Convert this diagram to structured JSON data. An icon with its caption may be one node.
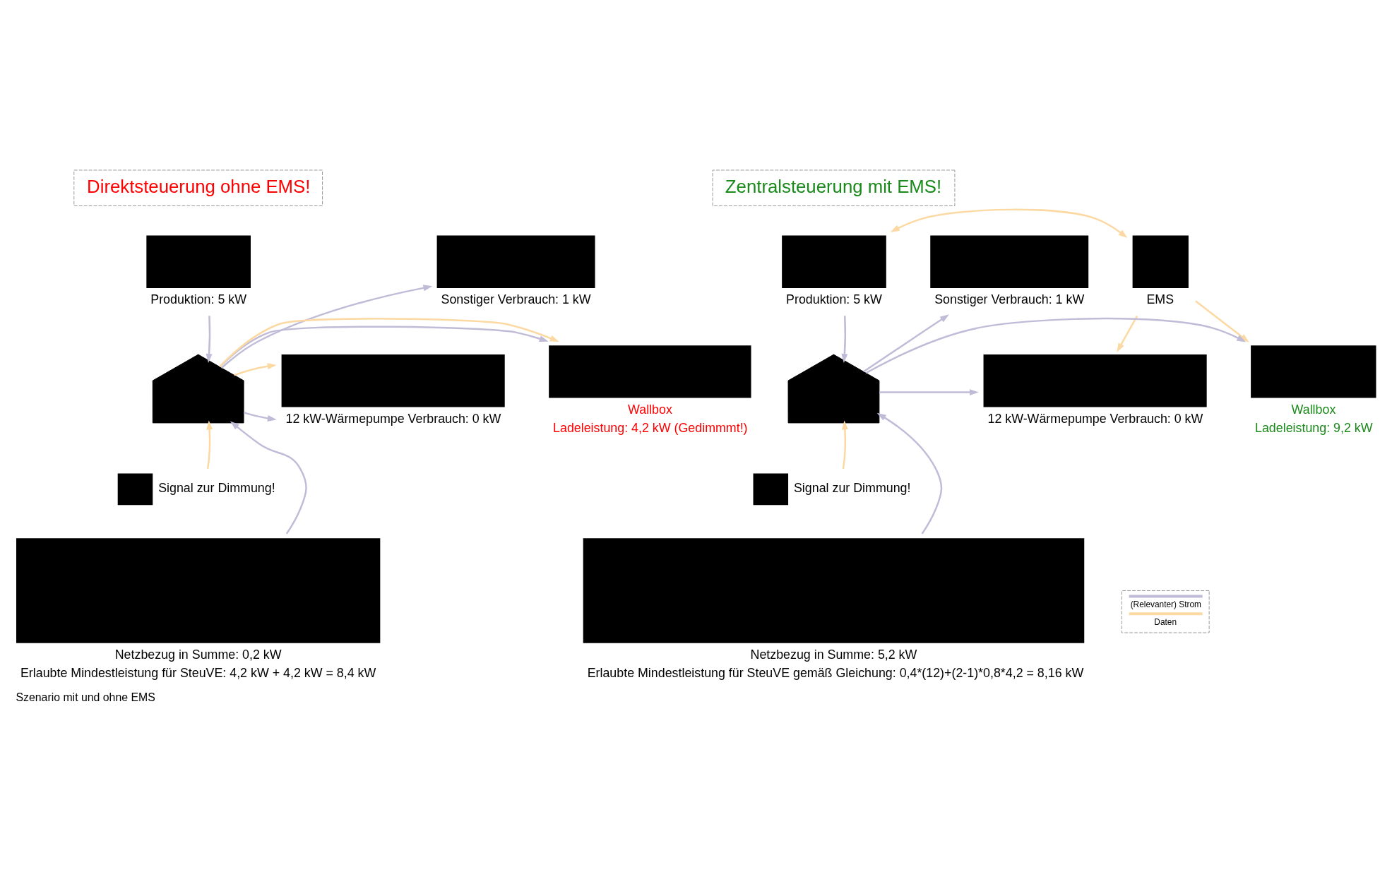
{
  "diagram": {
    "caption": "Szenario mit und ohne EMS",
    "nodes": [
      {
        "text": [
          "Direktsteuerung ohne EMS!"
        ]
      },
      {
        "text": [
          "Sonstiger Verbrauch: 1 kW"
        ]
      },
      {
        "text": [
          "Produktion: 5 kW"
        ]
      },
      {
        "text": [
          "12 kW-Wärmepumpe Verbrauch: 0 kW"
        ]
      },
      {
        "text": [],
        "shape": "house"
      },
      {
        "text": [
          "Wallbox",
          "Ladeleistung: 4,2 kW (Gedimmmt!)"
        ]
      },
      {
        "text": [
          "Signal zur Dimmung!"
        ]
      },
      {
        "text": [
          "Netzbezug in Summe: 0,2 kW",
          "Erlaubte Mindestleistung für SteuVE: 4,2 kW + 4,2 kW = 8,4 kW"
        ]
      },
      {
        "text": [
          "Zentralsteuerung mit EMS!"
        ]
      },
      {
        "text": [
          "Sonstiger Verbrauch: 1 kW"
        ]
      },
      {
        "text": [
          "Produktion: 5 kW"
        ]
      },
      {
        "text": [
          "EMS"
        ]
      },
      {
        "text": [
          "12 kW-Wärmepumpe Verbrauch: 0 kW"
        ]
      },
      {
        "text": [],
        "shape": "house"
      },
      {
        "text": [
          "Wallbox",
          "Ladeleistung: 9,2 kW"
        ]
      },
      {
        "text": [
          "Signal zur Dimmung!"
        ]
      },
      {
        "text": [
          "Netzbezug in Summe: 5,2 kW",
          "Erlaubte Mindestleistung für SteuVE gemäß Gleichung: 0,4*(12)+(2-1)*0,8*4,2 = 8,16 kW"
        ]
      }
    ],
    "edges": [
      {
        "from": 4,
        "to": 1,
        "arrow": "to"
      },
      {
        "from": 2,
        "to": 4,
        "arrow": "to"
      },
      {
        "from": 4,
        "to": 3,
        "arrow": "to"
      },
      {
        "from": 4,
        "to": 3,
        "arrow": "to",
        "color": "#fcd9a2"
      },
      {
        "from": 4,
        "to": 5,
        "arrow": "to"
      },
      {
        "from": 4,
        "to": 5,
        "arrow": "to",
        "color": "#fcd9a2"
      },
      {
        "from": 7,
        "to": 4,
        "arrow": "to"
      },
      {
        "from": 6,
        "to": 4,
        "arrow": "to",
        "color": "#fcd9a2"
      },
      {
        "from": 13,
        "to": 9,
        "arrow": "to"
      },
      {
        "from": 10,
        "to": 13,
        "arrow": "to"
      },
      {
        "from": 13,
        "to": 12,
        "arrow": "to"
      },
      {
        "from": 13,
        "to": 14,
        "arrow": "to"
      },
      {
        "from": 16,
        "to": 13,
        "arrow": "to"
      },
      {
        "from": 15,
        "to": 13,
        "arrow": "to",
        "color": "#fcd9a2"
      },
      {
        "from": 11,
        "to": 10,
        "arrow": "both",
        "color": "#fcd9a2"
      },
      {
        "from": 11,
        "to": 12,
        "arrow": "to",
        "color": "#fcd9a2"
      },
      {
        "from": 11,
        "to": 14,
        "arrow": "to",
        "color": "#fcd9a2"
      }
    ],
    "legend": [
      {
        "text": "(Relevanter) Strom"
      },
      {
        "text": "Daten"
      }
    ]
  }
}
